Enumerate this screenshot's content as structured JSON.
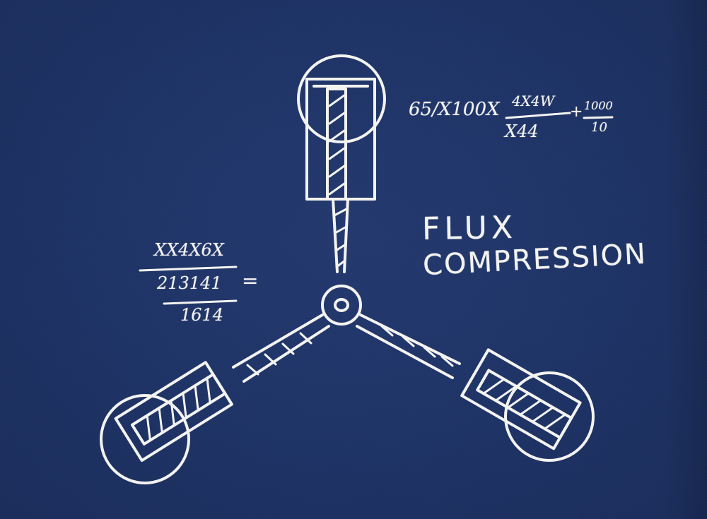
{
  "title": {
    "line1": "FLUX",
    "line2": "COMPRESSION"
  },
  "equation_right": {
    "main": "65/X100X",
    "fraction_numerator": "4X4W",
    "fraction_denominator": "X44",
    "plus": "+",
    "plus_numerator": "1000",
    "plus_denominator": "10"
  },
  "equation_left": {
    "line1": "XX4X6X",
    "line2": "213141",
    "equals": "=",
    "line3": "1614"
  },
  "colors": {
    "fabric": "#1e3366",
    "chalk": "#f3f3f0"
  }
}
